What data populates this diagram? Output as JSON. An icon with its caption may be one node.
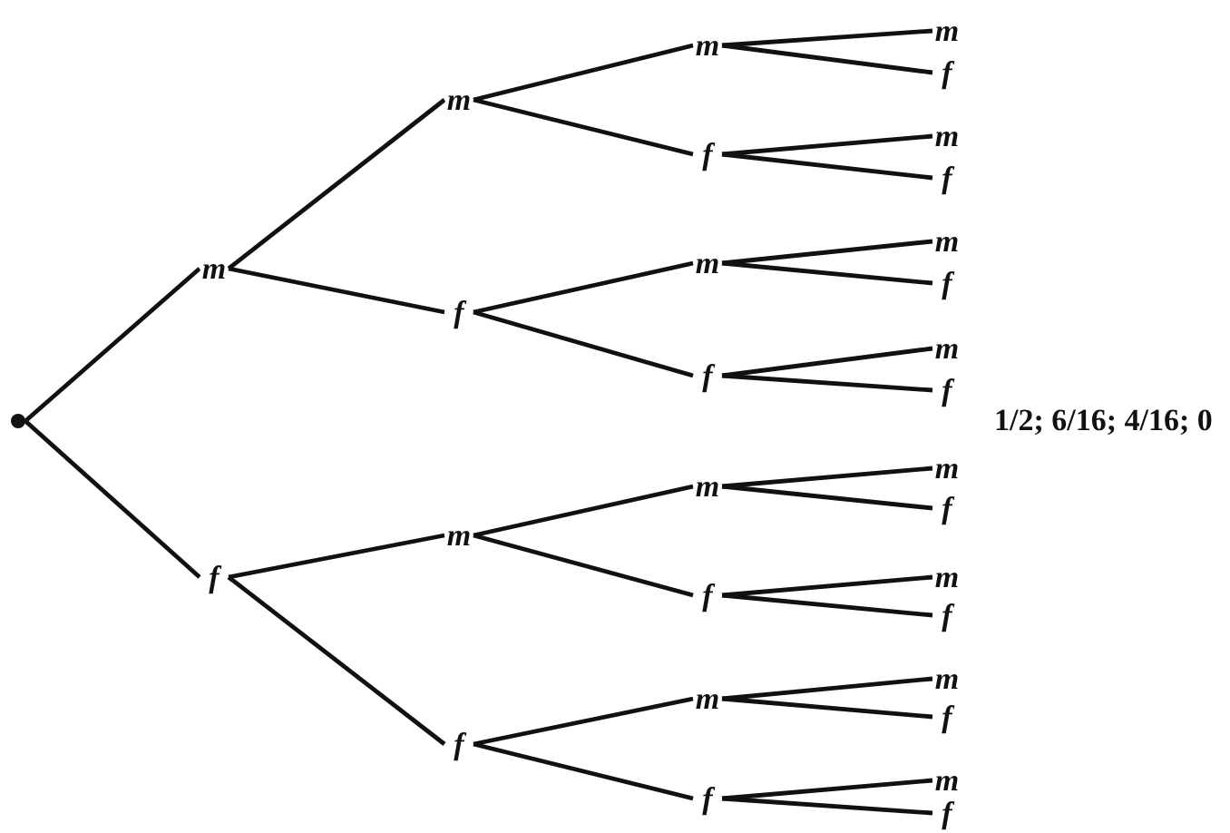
{
  "diagram": {
    "nodes": [
      {
        "text": [],
        "shape": "circle"
      },
      {
        "text": [
          "m"
        ]
      },
      {
        "text": [
          "f"
        ]
      },
      {
        "text": [
          "m"
        ]
      },
      {
        "text": [
          "f"
        ]
      },
      {
        "text": [
          "m"
        ]
      },
      {
        "text": [
          "f"
        ]
      },
      {
        "text": [
          "m"
        ]
      },
      {
        "text": [
          "f"
        ]
      },
      {
        "text": [
          "m"
        ]
      },
      {
        "text": [
          "f"
        ]
      },
      {
        "text": [
          "m"
        ]
      },
      {
        "text": [
          "f"
        ]
      },
      {
        "text": [
          "m"
        ]
      },
      {
        "text": [
          "f"
        ]
      },
      {
        "text": [
          "m"
        ]
      },
      {
        "text": [
          "f"
        ]
      },
      {
        "text": [
          "m"
        ]
      },
      {
        "text": [
          "f"
        ]
      },
      {
        "text": [
          "m"
        ]
      },
      {
        "text": [
          "f"
        ]
      },
      {
        "text": [
          "m"
        ]
      },
      {
        "text": [
          "f"
        ]
      },
      {
        "text": [
          "m"
        ]
      },
      {
        "text": [
          "f"
        ]
      },
      {
        "text": [
          "m"
        ]
      },
      {
        "text": [
          "f"
        ]
      },
      {
        "text": [
          "m"
        ]
      },
      {
        "text": [
          "f"
        ]
      },
      {
        "text": [
          "m"
        ]
      },
      {
        "text": [
          "f"
        ]
      }
    ],
    "edges": [
      {
        "from": 0,
        "to": 1,
        "arrow": "none"
      },
      {
        "from": 0,
        "to": 2,
        "arrow": "none"
      },
      {
        "from": 1,
        "to": 3,
        "arrow": "none"
      },
      {
        "from": 1,
        "to": 4,
        "arrow": "none"
      },
      {
        "from": 2,
        "to": 5,
        "arrow": "none"
      },
      {
        "from": 2,
        "to": 6,
        "arrow": "none"
      },
      {
        "from": 3,
        "to": 7,
        "arrow": "none"
      },
      {
        "from": 3,
        "to": 8,
        "arrow": "none"
      },
      {
        "from": 4,
        "to": 9,
        "arrow": "none"
      },
      {
        "from": 4,
        "to": 10,
        "arrow": "none"
      },
      {
        "from": 5,
        "to": 11,
        "arrow": "none"
      },
      {
        "from": 5,
        "to": 12,
        "arrow": "none"
      },
      {
        "from": 6,
        "to": 13,
        "arrow": "none"
      },
      {
        "from": 6,
        "to": 14,
        "arrow": "none"
      },
      {
        "from": 7,
        "to": 15,
        "arrow": "none"
      },
      {
        "from": 7,
        "to": 16,
        "arrow": "none"
      },
      {
        "from": 8,
        "to": 17,
        "arrow": "none"
      },
      {
        "from": 8,
        "to": 18,
        "arrow": "none"
      },
      {
        "from": 9,
        "to": 19,
        "arrow": "none"
      },
      {
        "from": 9,
        "to": 20,
        "arrow": "none"
      },
      {
        "from": 10,
        "to": 21,
        "arrow": "none"
      },
      {
        "from": 10,
        "to": 22,
        "arrow": "none"
      },
      {
        "from": 11,
        "to": 23,
        "arrow": "none"
      },
      {
        "from": 11,
        "to": 24,
        "arrow": "none"
      },
      {
        "from": 12,
        "to": 25,
        "arrow": "none"
      },
      {
        "from": 12,
        "to": 26,
        "arrow": "none"
      },
      {
        "from": 13,
        "to": 27,
        "arrow": "none"
      },
      {
        "from": 13,
        "to": 28,
        "arrow": "none"
      },
      {
        "from": 14,
        "to": 29,
        "arrow": "none"
      },
      {
        "from": 14,
        "to": 30,
        "arrow": "none"
      }
    ],
    "labels": [
      "1/2; 6/16; 4/16; 0"
    ]
  }
}
